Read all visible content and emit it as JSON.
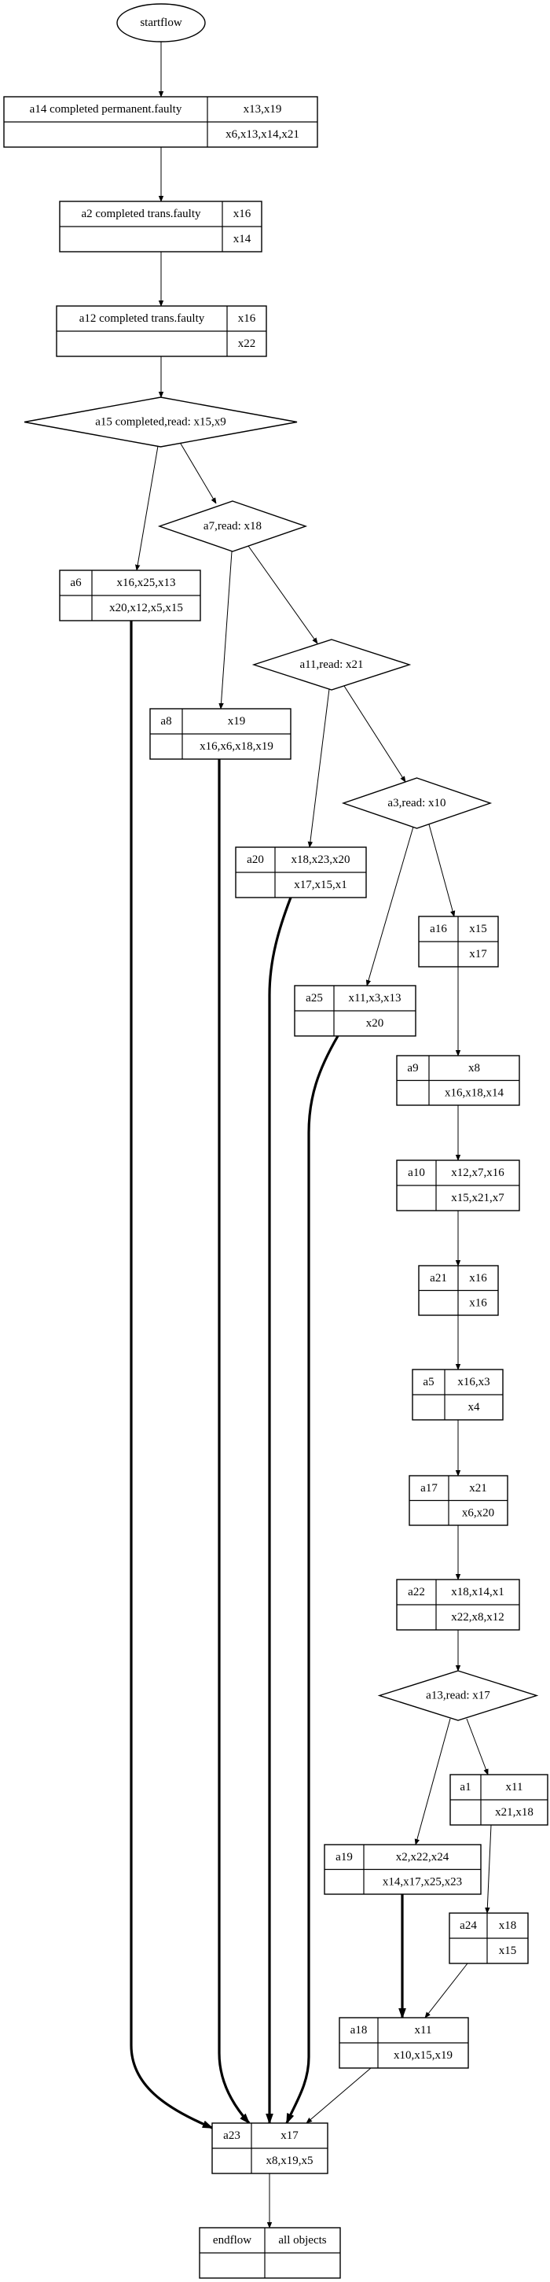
{
  "diagram": {
    "title": "",
    "colors": {
      "stroke": "#000000",
      "background": "#ffffff"
    },
    "nodes": [
      {
        "id": "startflow",
        "shape": "ellipse",
        "label": "startflow"
      },
      {
        "id": "a14",
        "shape": "record",
        "name": "a14 completed permanent.faulty",
        "top": "x13,x19",
        "bottom": "x6,x13,x14,x21"
      },
      {
        "id": "a2",
        "shape": "record",
        "name": "a2 completed trans.faulty",
        "top": "x16",
        "bottom": "x14"
      },
      {
        "id": "a12",
        "shape": "record",
        "name": "a12 completed trans.faulty",
        "top": "x16",
        "bottom": "x22"
      },
      {
        "id": "a15",
        "shape": "diamond",
        "label": "a15 completed,read: x15,x9"
      },
      {
        "id": "a7",
        "shape": "diamond",
        "label": "a7,read: x18"
      },
      {
        "id": "a6",
        "shape": "record",
        "name": "a6",
        "top": "x16,x25,x13",
        "bottom": "x20,x12,x5,x15"
      },
      {
        "id": "a11",
        "shape": "diamond",
        "label": "a11,read: x21"
      },
      {
        "id": "a8",
        "shape": "record",
        "name": "a8",
        "top": "x19",
        "bottom": "x16,x6,x18,x19"
      },
      {
        "id": "a3",
        "shape": "diamond",
        "label": "a3,read: x10"
      },
      {
        "id": "a20",
        "shape": "record",
        "name": "a20",
        "top": "x18,x23,x20",
        "bottom": "x17,x15,x1"
      },
      {
        "id": "a16",
        "shape": "record",
        "name": "a16",
        "top": "x15",
        "bottom": "x17"
      },
      {
        "id": "a25",
        "shape": "record",
        "name": "a25",
        "top": "x11,x3,x13",
        "bottom": "x20"
      },
      {
        "id": "a9",
        "shape": "record",
        "name": "a9",
        "top": "x8",
        "bottom": "x16,x18,x14"
      },
      {
        "id": "a10",
        "shape": "record",
        "name": "a10",
        "top": "x12,x7,x16",
        "bottom": "x15,x21,x7"
      },
      {
        "id": "a21",
        "shape": "record",
        "name": "a21",
        "top": "x16",
        "bottom": "x16"
      },
      {
        "id": "a5",
        "shape": "record",
        "name": "a5",
        "top": "x16,x3",
        "bottom": "x4"
      },
      {
        "id": "a17",
        "shape": "record",
        "name": "a17",
        "top": "x21",
        "bottom": "x6,x20"
      },
      {
        "id": "a22",
        "shape": "record",
        "name": "a22",
        "top": "x18,x14,x1",
        "bottom": "x22,x8,x12"
      },
      {
        "id": "a13",
        "shape": "diamond",
        "label": "a13,read: x17"
      },
      {
        "id": "a1",
        "shape": "record",
        "name": "a1",
        "top": "x11",
        "bottom": "x21,x18"
      },
      {
        "id": "a19",
        "shape": "record",
        "name": "a19",
        "top": "x2,x22,x24",
        "bottom": "x14,x17,x25,x23"
      },
      {
        "id": "a24",
        "shape": "record",
        "name": "a24",
        "top": "x18",
        "bottom": "x15"
      },
      {
        "id": "a18",
        "shape": "record",
        "name": "a18",
        "top": "x11",
        "bottom": "x10,x15,x19"
      },
      {
        "id": "a23",
        "shape": "record",
        "name": "a23",
        "top": "x17",
        "bottom": "x8,x19,x5"
      },
      {
        "id": "endflow",
        "shape": "record",
        "name": "endflow",
        "top": "all objects",
        "bottom": ""
      }
    ],
    "edges": [
      {
        "from": "startflow",
        "to": "a14",
        "bold": false
      },
      {
        "from": "a14",
        "to": "a2",
        "bold": false
      },
      {
        "from": "a2",
        "to": "a12",
        "bold": false
      },
      {
        "from": "a12",
        "to": "a15",
        "bold": false
      },
      {
        "from": "a15",
        "to": "a6",
        "bold": false
      },
      {
        "from": "a15",
        "to": "a7",
        "bold": false
      },
      {
        "from": "a7",
        "to": "a8",
        "bold": false
      },
      {
        "from": "a7",
        "to": "a11",
        "bold": false
      },
      {
        "from": "a11",
        "to": "a20",
        "bold": false
      },
      {
        "from": "a11",
        "to": "a3",
        "bold": false
      },
      {
        "from": "a3",
        "to": "a25",
        "bold": false
      },
      {
        "from": "a3",
        "to": "a16",
        "bold": false
      },
      {
        "from": "a16",
        "to": "a9",
        "bold": false
      },
      {
        "from": "a9",
        "to": "a10",
        "bold": false
      },
      {
        "from": "a10",
        "to": "a21",
        "bold": false
      },
      {
        "from": "a21",
        "to": "a5",
        "bold": false
      },
      {
        "from": "a5",
        "to": "a17",
        "bold": false
      },
      {
        "from": "a17",
        "to": "a22",
        "bold": false
      },
      {
        "from": "a22",
        "to": "a13",
        "bold": false
      },
      {
        "from": "a13",
        "to": "a19",
        "bold": false
      },
      {
        "from": "a13",
        "to": "a1",
        "bold": false
      },
      {
        "from": "a1",
        "to": "a24",
        "bold": false
      },
      {
        "from": "a19",
        "to": "a18",
        "bold": true
      },
      {
        "from": "a24",
        "to": "a18",
        "bold": false
      },
      {
        "from": "a6",
        "to": "a23",
        "bold": true
      },
      {
        "from": "a8",
        "to": "a23",
        "bold": true
      },
      {
        "from": "a20",
        "to": "a23",
        "bold": true
      },
      {
        "from": "a25",
        "to": "a23",
        "bold": true
      },
      {
        "from": "a18",
        "to": "a23",
        "bold": false
      },
      {
        "from": "a23",
        "to": "endflow",
        "bold": false
      }
    ]
  }
}
